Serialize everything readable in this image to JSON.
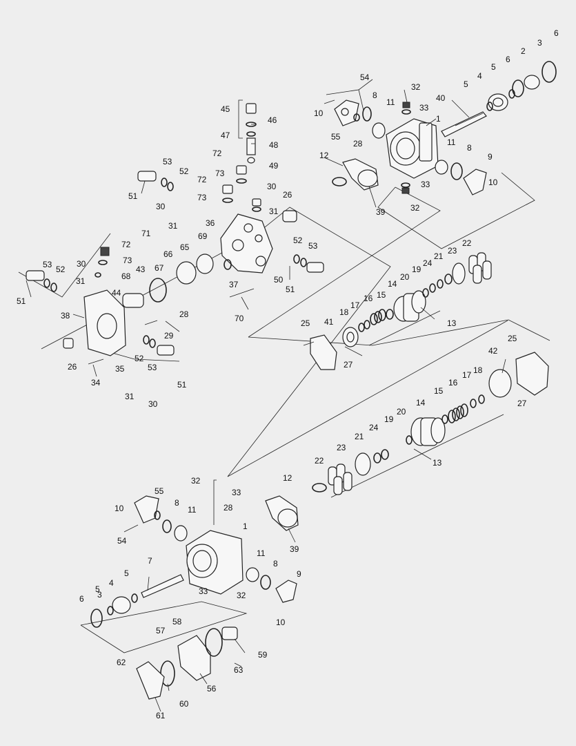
{
  "labels": {
    "l1a": "1",
    "l2a": "2",
    "l3a": "3",
    "l4a": "4",
    "l5a": "5",
    "l5b": "5",
    "l6a": "6",
    "l6b": "6",
    "l8a": "8",
    "l8b": "8",
    "l9a": "9",
    "l10a": "10",
    "l10b": "10",
    "l11a": "11",
    "l11b": "11",
    "l12a": "12",
    "l13a": "13",
    "l14a": "14",
    "l15a": "15",
    "l16a": "16",
    "l17a": "17",
    "l18a": "18",
    "l19a": "19",
    "l20a": "20",
    "l21a": "21",
    "l22a": "22",
    "l23a": "23",
    "l24a": "24",
    "l25a": "25",
    "l26a": "26",
    "l26b": "26",
    "l27a": "27",
    "l28a": "28",
    "l28b": "28",
    "l29a": "29",
    "l30a": "30",
    "l30b": "30",
    "l30c": "30",
    "l30d": "30",
    "l31a": "31",
    "l31b": "31",
    "l31c": "31",
    "l31d": "31",
    "l32a": "32",
    "l32b": "32",
    "l33a": "33",
    "l33b": "33",
    "l34a": "34",
    "l35a": "35",
    "l36a": "36",
    "l37a": "37",
    "l38a": "38",
    "l39a": "39",
    "l40a": "40",
    "l41a": "41",
    "l43a": "43",
    "l44a": "44",
    "l45a": "45",
    "l46a": "46",
    "l47a": "47",
    "l48a": "48",
    "l49a": "49",
    "l50a": "50",
    "l51a": "51",
    "l51b": "51",
    "l51c": "51",
    "l51d": "51",
    "l52a": "52",
    "l52b": "52",
    "l52c": "52",
    "l52d": "52",
    "l53a": "53",
    "l53b": "53",
    "l53c": "53",
    "l53d": "53",
    "l54a": "54",
    "l55a": "55",
    "l65a": "65",
    "l66a": "66",
    "l67a": "67",
    "l68a": "68",
    "l69a": "69",
    "l70a": "70",
    "l71a": "71",
    "l72a": "72",
    "l72b": "72",
    "l72c": "72",
    "l73a": "73",
    "l73b": "73",
    "l73c": "73",
    "b1": "1",
    "b3": "3",
    "b4": "4",
    "b5a": "5",
    "b5b": "5",
    "b6": "6",
    "b7": "7",
    "b8a": "8",
    "b8b": "8",
    "b9": "9",
    "b10a": "10",
    "b10b": "10",
    "b11a": "11",
    "b11b": "11",
    "b12": "12",
    "b13": "13",
    "b14": "14",
    "b15": "15",
    "b16": "16",
    "b17": "17",
    "b18": "18",
    "b19": "19",
    "b20": "20",
    "b21": "21",
    "b22": "22",
    "b23": "23",
    "b24": "24",
    "b25": "25",
    "b27": "27",
    "b28": "28",
    "b32a": "32",
    "b32b": "32",
    "b33a": "33",
    "b33b": "33",
    "b39": "39",
    "b42": "42",
    "b54": "54",
    "b55": "55",
    "b56": "56",
    "b57": "57",
    "b58": "58",
    "b59": "59",
    "b60": "60",
    "b61": "61",
    "b62": "62",
    "b63": "63"
  },
  "colors": {
    "line": "#222222",
    "background": "#eeeeee",
    "part_fill": "#f7f7f7"
  }
}
